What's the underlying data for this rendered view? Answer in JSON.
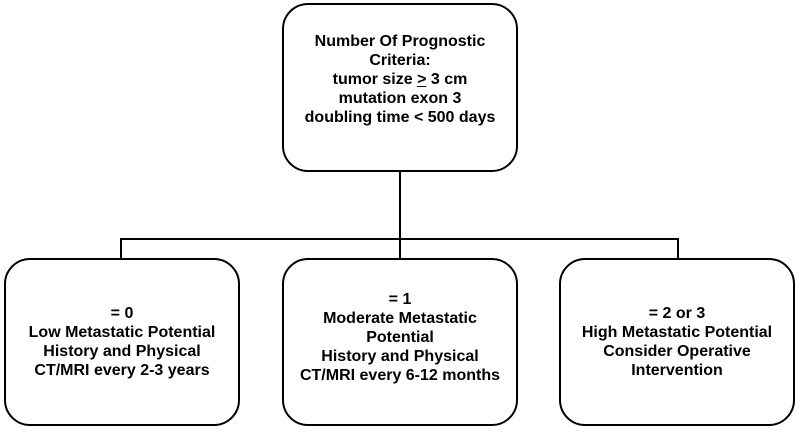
{
  "flowchart": {
    "colors": {
      "background": "#ffffff",
      "box_border": "#000000",
      "connector_line": "#000000",
      "text": "#000000"
    },
    "root": {
      "line1": "Number Of Prognostic",
      "line2": "Criteria:",
      "line3_prefix": "tumor size ",
      "line3_operator": ">",
      "line3_suffix": " 3 cm",
      "line4": "mutation exon 3",
      "line5": "doubling time < 500 days"
    },
    "branches": [
      {
        "id": "low",
        "line1": "= 0",
        "line2": "Low Metastatic Potential",
        "line3": "History and Physical",
        "line4": "CT/MRI every 2-3 years"
      },
      {
        "id": "moderate",
        "line1": "= 1",
        "line2": "Moderate Metastatic",
        "line3": "Potential",
        "line4": "History and Physical",
        "line5": "CT/MRI every 6-12 months"
      },
      {
        "id": "high",
        "line1": "= 2 or 3",
        "line2": "High Metastatic Potential",
        "line3": "Consider Operative",
        "line4": "Intervention"
      }
    ]
  }
}
